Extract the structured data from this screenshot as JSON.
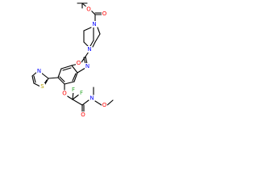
{
  "molecule": {
    "atoms": {
      "boc_o_ester": "O",
      "boc_o_carbonyl": "O",
      "bicycle_n_top": "N",
      "bicycle_n_bottom": "N",
      "oxazole_n": "N",
      "oxazole_o": "O",
      "thiazole_n": "N",
      "thiazole_s": "S",
      "ether_o": "O",
      "f_left": "F",
      "f_right": "F",
      "amide_n": "N",
      "amide_o_carbonyl": "O",
      "methoxy_o": "O"
    },
    "colors": {
      "O": "#ff0000",
      "N": "#0000ff",
      "S": "#b8a000",
      "F": "#33aa33",
      "bond": "#000000"
    }
  }
}
